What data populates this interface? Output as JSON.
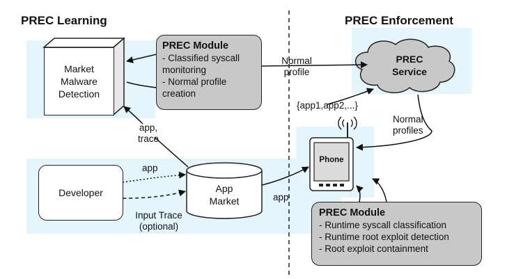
{
  "left_section": {
    "title": "PREC Learning"
  },
  "right_section": {
    "title": "PREC Enforcement"
  },
  "market_detection": {
    "lines": [
      "Market",
      "Malware",
      "Detection"
    ]
  },
  "module_learning": {
    "title": "PREC Module",
    "items": [
      "- Classified syscall",
      "monitoring",
      "- Normal profile",
      "creation"
    ]
  },
  "service": {
    "lines": [
      "PREC",
      "Service"
    ]
  },
  "developer": {
    "label": "Developer"
  },
  "app_market": {
    "lines": [
      "App",
      "Market"
    ]
  },
  "phone": {
    "label": "Phone"
  },
  "module_enforcement": {
    "title": "PREC Module",
    "items": [
      "- Runtime syscall classification",
      "- Runtime root exploit detection",
      "- Root exploit containment"
    ]
  },
  "edge_labels": {
    "normal_profile": [
      "Normal",
      "profile"
    ],
    "app_list": "{app1,app2,...}",
    "normal_profiles": [
      "Normal",
      "profiles"
    ],
    "app_trace": [
      "app,",
      "trace"
    ],
    "dev_app": "app",
    "input_trace": [
      "Input Trace",
      "(optional)"
    ],
    "market_app": "app"
  }
}
